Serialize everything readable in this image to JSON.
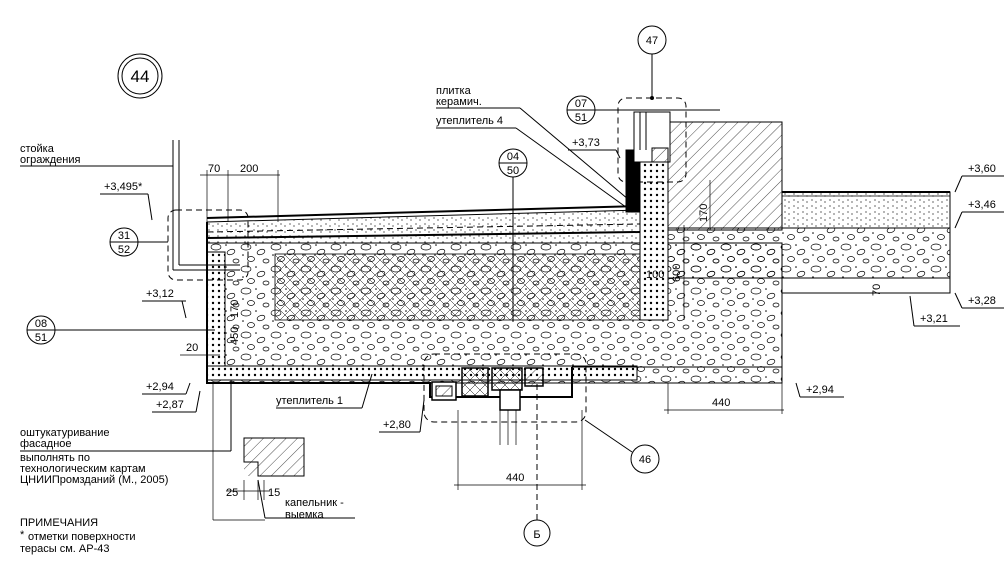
{
  "drawing": {
    "detail_number": "44",
    "callouts": {
      "c47": "47",
      "c46": "46",
      "cB": "Б",
      "ref_0751_top": "07",
      "ref_0751_bot": "51",
      "ref_0450_top": "04",
      "ref_0450_bot": "50",
      "ref_3152_top": "31",
      "ref_3152_bot": "52",
      "ref_0851_top": "08",
      "ref_0851_bot": "51"
    },
    "labels": {
      "stoika_1": "стойка",
      "stoika_2": "ограждения",
      "plitka_1": "плитка",
      "plitka_2": "керамич.",
      "uteplitel4": "утеплитель 4",
      "uteplitel1": "утеплитель 1",
      "osht_1": "оштукатуривание",
      "osht_2": "фасадное",
      "osht_3": "выполнять по",
      "osht_4": "технологическим картам",
      "osht_5": "ЦНИИПромзданий (М., 2005)",
      "kap_1": "капельник -",
      "kap_2": "выемка",
      "note_title": "ПРИМЕЧАНИЯ",
      "note_star": "*",
      "note_1": "отметки поверхности",
      "note_2": "терасы см. АР-43"
    },
    "elevations": {
      "e3495": "+3,495*",
      "e312": "+3,12",
      "e294l": "+2,94",
      "e287": "+2,87",
      "e280": "+2,80",
      "e373": "+3,73",
      "e360": "+3,60",
      "e346": "+3,46",
      "e328": "+3,28",
      "e321": "+3,21",
      "e294r": "+2,94"
    },
    "dimensions": {
      "d70a": "70",
      "d200": "200",
      "d20": "20",
      "d170a": "170",
      "d450": "450",
      "d100": "100",
      "d600": "600",
      "d170b": "170",
      "d70b": "70",
      "d440a": "440",
      "d440b": "440",
      "d25": "25",
      "d15": "15"
    }
  }
}
